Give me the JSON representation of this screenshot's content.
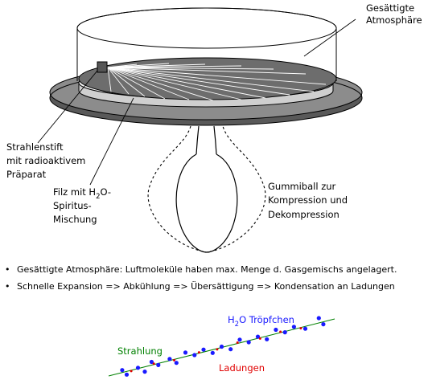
{
  "labels": {
    "atmosphere_line1": "Gesättigte",
    "atmosphere_line2": "Atmosphäre",
    "pin_line1": "Strahlenstift",
    "pin_line2": "mit radioaktivem",
    "pin_line3": "Präparat",
    "felt_line1_a": "Filz mit H",
    "felt_line1_sub": "2",
    "felt_line1_b": "O-",
    "felt_line2": "Spiritus-",
    "felt_line3": "Mischung",
    "ball_line1": "Gummiball zur",
    "ball_line2": "Kompression und",
    "ball_line3": "Dekompression"
  },
  "bullets": [
    "Gesättigte Atmosphäre: Luftmoleküle haben max. Menge d. Gasgemischs angelagert.",
    "Schnelle Expansion => Abkühlung => Übersättigung => Kondensation an Ladungen"
  ],
  "bullet_symbol": "•",
  "track": {
    "droplets_a": "H",
    "droplets_sub": "2",
    "droplets_b": "O Tröpfchen",
    "radiation": "Strahlung",
    "charges": "Ladungen"
  },
  "colors": {
    "radiation_line": "#008000",
    "radiation_label": "#008000",
    "droplet": "#1a1aff",
    "droplet_label": "#1a1aff",
    "charge": "#e00000",
    "charge_label": "#e00000",
    "base_plate": "#8c8c8c",
    "felt_top": "#f2f2f2",
    "felt_side": "#cfcfcf",
    "pin": "#555555"
  }
}
